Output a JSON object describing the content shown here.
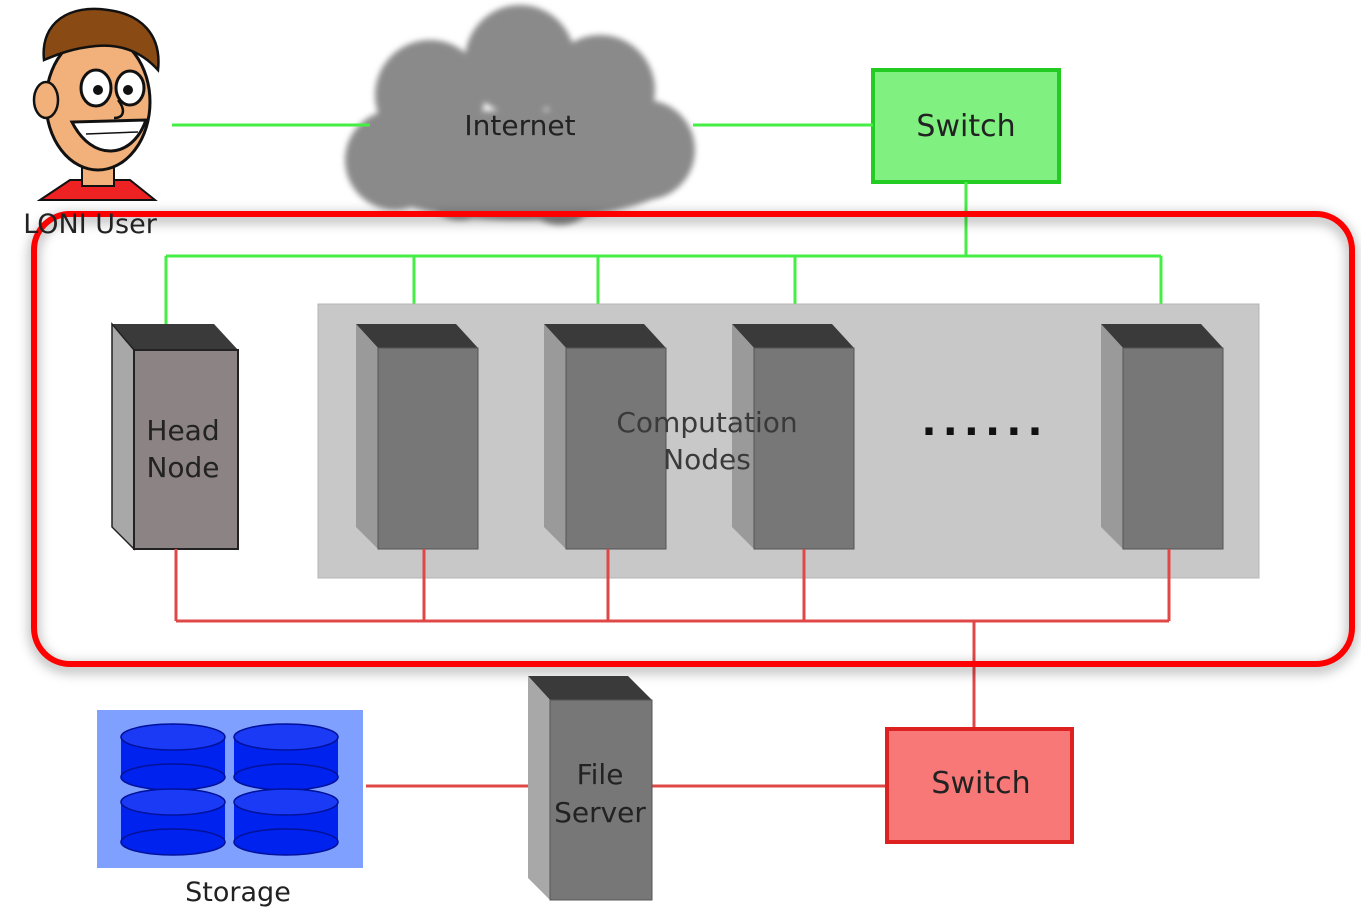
{
  "user": {
    "label": "LONI User"
  },
  "internet": {
    "label": "Internet"
  },
  "top_switch": {
    "label": "Switch",
    "fill": "#80f080",
    "stroke": "#22cc22"
  },
  "bottom_switch": {
    "label": "Switch",
    "fill": "#f87878",
    "stroke": "#dd2020"
  },
  "head_node": {
    "line1": "Head",
    "line2": "Node"
  },
  "computation_nodes": {
    "line1": "Computation",
    "line2": "Nodes",
    "ellipsis": "......"
  },
  "file_server": {
    "line1": "File",
    "line2": "Server"
  },
  "storage": {
    "label": "Storage",
    "panel_color": "#80a0ff",
    "disk_color": "#0022ee"
  },
  "colors": {
    "green_link": "#44ee44",
    "red_link": "#e04848",
    "cluster_outline": "#ff0000"
  }
}
